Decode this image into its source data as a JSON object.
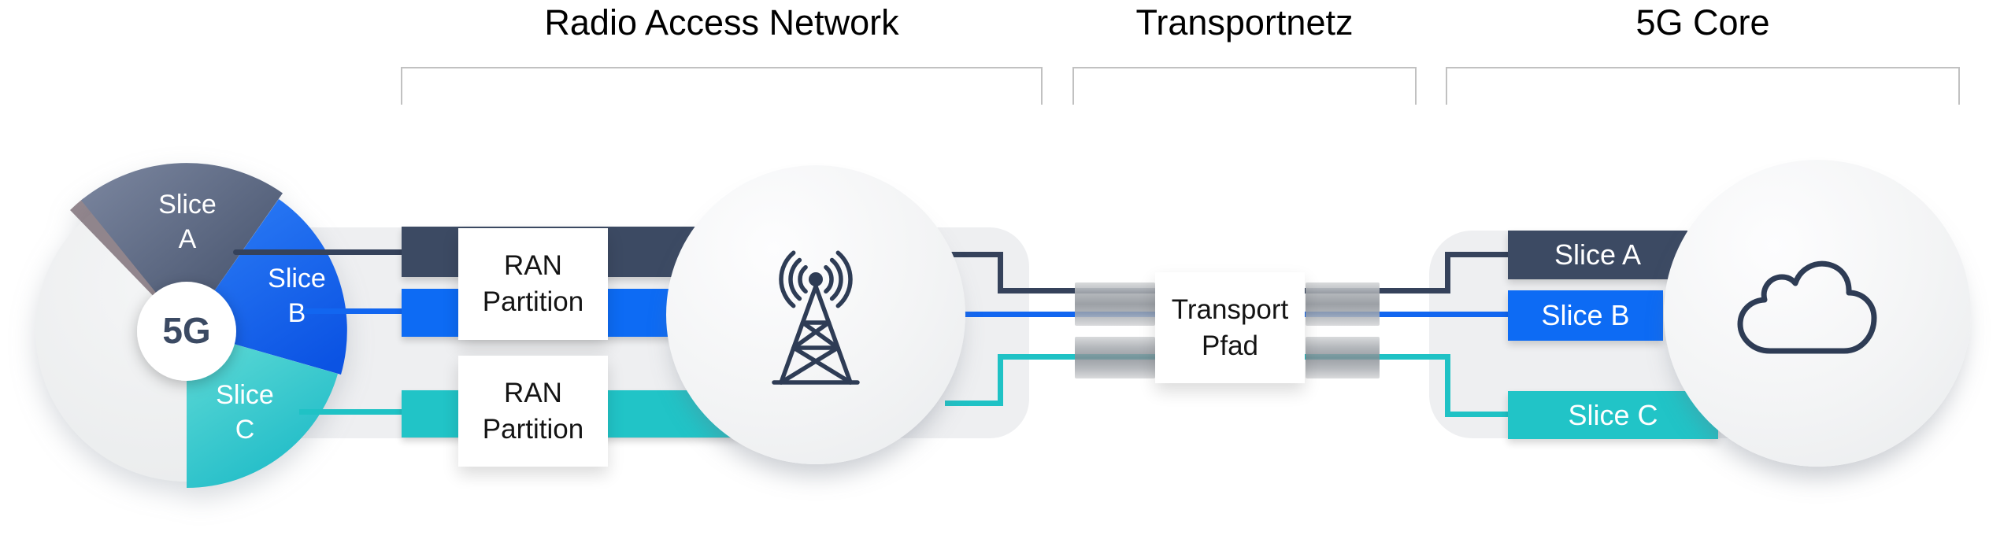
{
  "sections": [
    {
      "id": "ran",
      "title": "Radio Access Network"
    },
    {
      "id": "transport",
      "title": "Transportnetz"
    },
    {
      "id": "core",
      "title": "5G Core"
    }
  ],
  "pie": {
    "center_label": "5G",
    "slice_a": {
      "line1": "Slice",
      "line2": "A",
      "color": "#3F4C66"
    },
    "slice_b": {
      "line1": "Slice",
      "line2": "B",
      "color": "#0D6BF4"
    },
    "slice_c": {
      "line1": "Slice",
      "line2": "C",
      "color": "#21C4C7"
    }
  },
  "ran": {
    "box1": {
      "line1": "RAN",
      "line2": "Partition"
    },
    "box2": {
      "line1": "RAN",
      "line2": "Partition"
    }
  },
  "transport": {
    "box": {
      "line1": "Transport",
      "line2": "Pfad"
    }
  },
  "core": {
    "slice_a": "Slice A",
    "slice_b": "Slice B",
    "slice_c": "Slice C"
  },
  "icons": {
    "tower": "radio-tower-icon",
    "cloud": "cloud-icon"
  },
  "colors": {
    "navy_bar": "#3C4A63",
    "navy_line": "#35425B",
    "blue_bar": "#0D6BF4",
    "blue_line": "#1266F0",
    "teal_bar": "#21C4C7",
    "teal_line": "#1FC2C5",
    "band_gray": "#EEEFF1",
    "bracket_gray": "#C1C1C1",
    "icon_navy": "#2E3C55",
    "title_black": "#000000",
    "white": "#FFFFFF"
  }
}
